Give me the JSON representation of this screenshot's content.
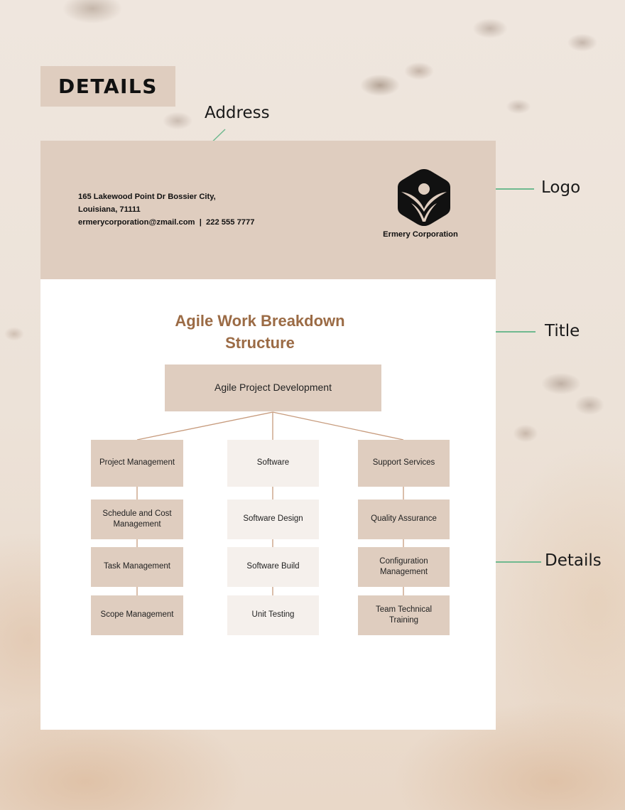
{
  "details_tag": {
    "label": "DETAILS"
  },
  "annotations": {
    "address": "Address",
    "logo": "Logo",
    "title": "Title",
    "details": "Details"
  },
  "colors": {
    "header_band": "#dfcdbf",
    "box_dark": "#dfcdbf",
    "box_light": "#f5f0ec",
    "title_text": "#9b6b45",
    "connector": "#c79b7d",
    "annotation_line": "#6fb98f"
  },
  "document": {
    "header": {
      "address_line1": "165 Lakewood Point Dr Bossier City,",
      "address_line2": "Louisiana, 71111",
      "contact_line": "ermerycorporation@zmail.com  |  222 555 7777",
      "logo_icon": "hexagon-person-leaf-icon",
      "company_name": "Ermery Corporation"
    },
    "title_line1": "Agile Work Breakdown",
    "title_line2": "Structure",
    "wbs": {
      "root": "Agile Project Development",
      "columns": [
        {
          "label": "Project Management",
          "style": "dark",
          "children": [
            "Schedule and Cost Management",
            "Task Management",
            "Scope Management"
          ]
        },
        {
          "label": "Software",
          "style": "light",
          "children": [
            "Software Design",
            "Software Build",
            "Unit Testing"
          ]
        },
        {
          "label": "Support Services",
          "style": "dark",
          "children": [
            "Quality Assurance",
            "Configuration Management",
            "Team Technical Training"
          ]
        }
      ]
    }
  }
}
